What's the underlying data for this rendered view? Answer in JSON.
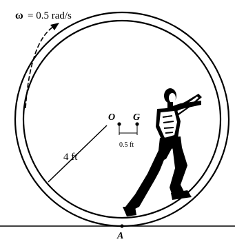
{
  "labels": {
    "omega_symbol": "ω",
    "omega_value": "= 0.5 rad/s",
    "point_o": "O",
    "point_g": "G",
    "offset": "0.5 ft",
    "radius": "4 ft",
    "point_a": "A"
  },
  "colors": {
    "ink": "#000000",
    "background": "#ffffff"
  }
}
